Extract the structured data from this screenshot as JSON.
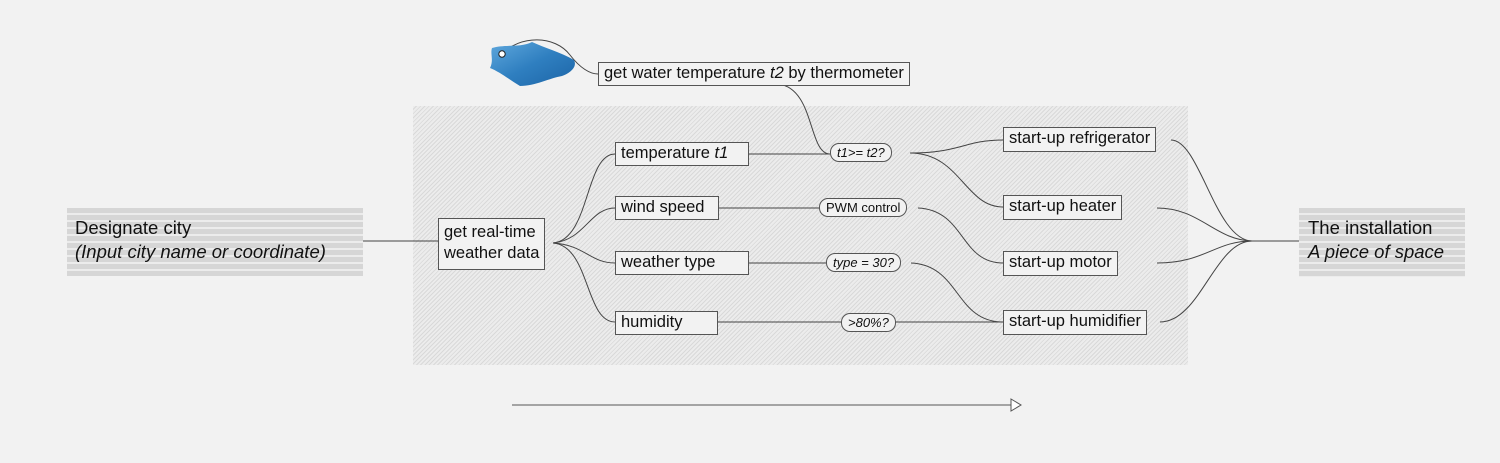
{
  "input": {
    "title": "Designate city",
    "subtitle": "(Input city name or coordinate)"
  },
  "output": {
    "title": "The installation",
    "subtitle": "A piece of space"
  },
  "thermometer": {
    "prefix": "get water temperature ",
    "var": "t2",
    "suffix": " by thermometer",
    "icon": "water-surface-icon"
  },
  "fetch": {
    "line1": "get real-time",
    "line2": "weather data"
  },
  "sensors": {
    "temperature": {
      "label": "temperature ",
      "var": "t1"
    },
    "wind": {
      "label": "wind speed"
    },
    "weather": {
      "label": "weather type"
    },
    "humidity": {
      "label": "humidity"
    }
  },
  "conditions": {
    "temp": "t1>= t2?",
    "pwm": "PWM control",
    "type": "type = 30?",
    "humid": ">80%?"
  },
  "actuators": {
    "refrigerator": "start-up refrigerator",
    "heater": "start-up heater",
    "motor": "start-up motor",
    "humidifier": "start-up humidifier"
  },
  "timeline_arrow": {
    "icon": "arrow-right-icon"
  }
}
